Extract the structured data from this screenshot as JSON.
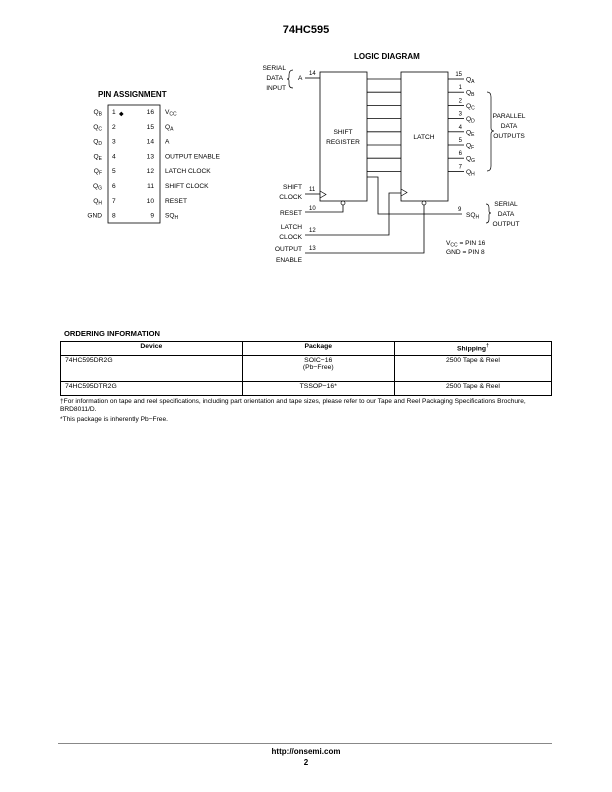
{
  "header": {
    "title": "74HC595"
  },
  "pin_assignment": {
    "title": "PIN ASSIGNMENT",
    "left_pins": [
      {
        "name": "Q",
        "sub": "B",
        "num": "1"
      },
      {
        "name": "Q",
        "sub": "C",
        "num": "2"
      },
      {
        "name": "Q",
        "sub": "D",
        "num": "3"
      },
      {
        "name": "Q",
        "sub": "E",
        "num": "4"
      },
      {
        "name": "Q",
        "sub": "F",
        "num": "5"
      },
      {
        "name": "Q",
        "sub": "G",
        "num": "6"
      },
      {
        "name": "Q",
        "sub": "H",
        "num": "7"
      },
      {
        "name": "GND",
        "sub": "",
        "num": "8"
      }
    ],
    "right_pins": [
      {
        "num": "16",
        "name": "V",
        "sub": "CC"
      },
      {
        "num": "15",
        "name": "Q",
        "sub": "A"
      },
      {
        "num": "14",
        "name": "A",
        "sub": ""
      },
      {
        "num": "13",
        "name": "OUTPUT ENABLE",
        "sub": ""
      },
      {
        "num": "12",
        "name": "LATCH CLOCK",
        "sub": ""
      },
      {
        "num": "11",
        "name": "SHIFT CLOCK",
        "sub": ""
      },
      {
        "num": "10",
        "name": "RESET",
        "sub": ""
      },
      {
        "num": "9",
        "name": "SQ",
        "sub": "H"
      }
    ]
  },
  "logic_diagram": {
    "title": "LOGIC DIAGRAM",
    "serial_input_lines": [
      "SERIAL",
      "DATA",
      "INPUT"
    ],
    "input_a": "A",
    "pin_14": "14",
    "shift_register_lines": [
      "SHIFT",
      "REGISTER"
    ],
    "latch_label": "LATCH",
    "outputs": [
      {
        "pin": "15",
        "name": "Q",
        "sub": "A"
      },
      {
        "pin": "1",
        "name": "Q",
        "sub": "B"
      },
      {
        "pin": "2",
        "name": "Q",
        "sub": "C"
      },
      {
        "pin": "3",
        "name": "Q",
        "sub": "D"
      },
      {
        "pin": "4",
        "name": "Q",
        "sub": "E"
      },
      {
        "pin": "5",
        "name": "Q",
        "sub": "F"
      },
      {
        "pin": "6",
        "name": "Q",
        "sub": "G"
      },
      {
        "pin": "7",
        "name": "Q",
        "sub": "H"
      }
    ],
    "parallel_outputs_lines": [
      "PARALLEL",
      "DATA",
      "OUTPUTS"
    ],
    "shift_clock_lines": [
      "SHIFT",
      "CLOCK"
    ],
    "pin_11": "11",
    "reset_label": "RESET",
    "pin_10": "10",
    "latch_clock_lines": [
      "LATCH",
      "CLOCK"
    ],
    "pin_12": "12",
    "output_enable_lines": [
      "OUTPUT",
      "ENABLE"
    ],
    "pin_13": "13",
    "pin_9": "9",
    "sqh_name": "SQ",
    "sqh_sub": "H",
    "serial_output_lines": [
      "SERIAL",
      "DATA",
      "OUTPUT"
    ],
    "vcc_note": {
      "name": "V",
      "sub": "CC",
      "rest": " = PIN 16"
    },
    "gnd_note": "GND = PIN 8"
  },
  "ordering": {
    "title": "ORDERING INFORMATION",
    "headers": {
      "device": "Device",
      "package": "Package",
      "shipping": "Shipping",
      "shipping_mark": "†"
    },
    "rows": [
      {
        "device": "74HC595DR2G",
        "package": "SOIC−16",
        "package_note": "(Pb−Free)",
        "shipping": "2500 Tape & Reel"
      },
      {
        "device": "74HC595DTR2G",
        "package": "TSSOP−16*",
        "package_note": "",
        "shipping": "2500 Tape & Reel"
      }
    ],
    "footnote_1": "†For information on tape and reel specifications, including part orientation and tape sizes, please refer to our Tape and Reel Packaging Specifications Brochure, BRD8011/D.",
    "footnote_2": "*This package is inherently Pb−Free."
  },
  "footer": {
    "url": "http://onsemi.com",
    "page": "2"
  }
}
